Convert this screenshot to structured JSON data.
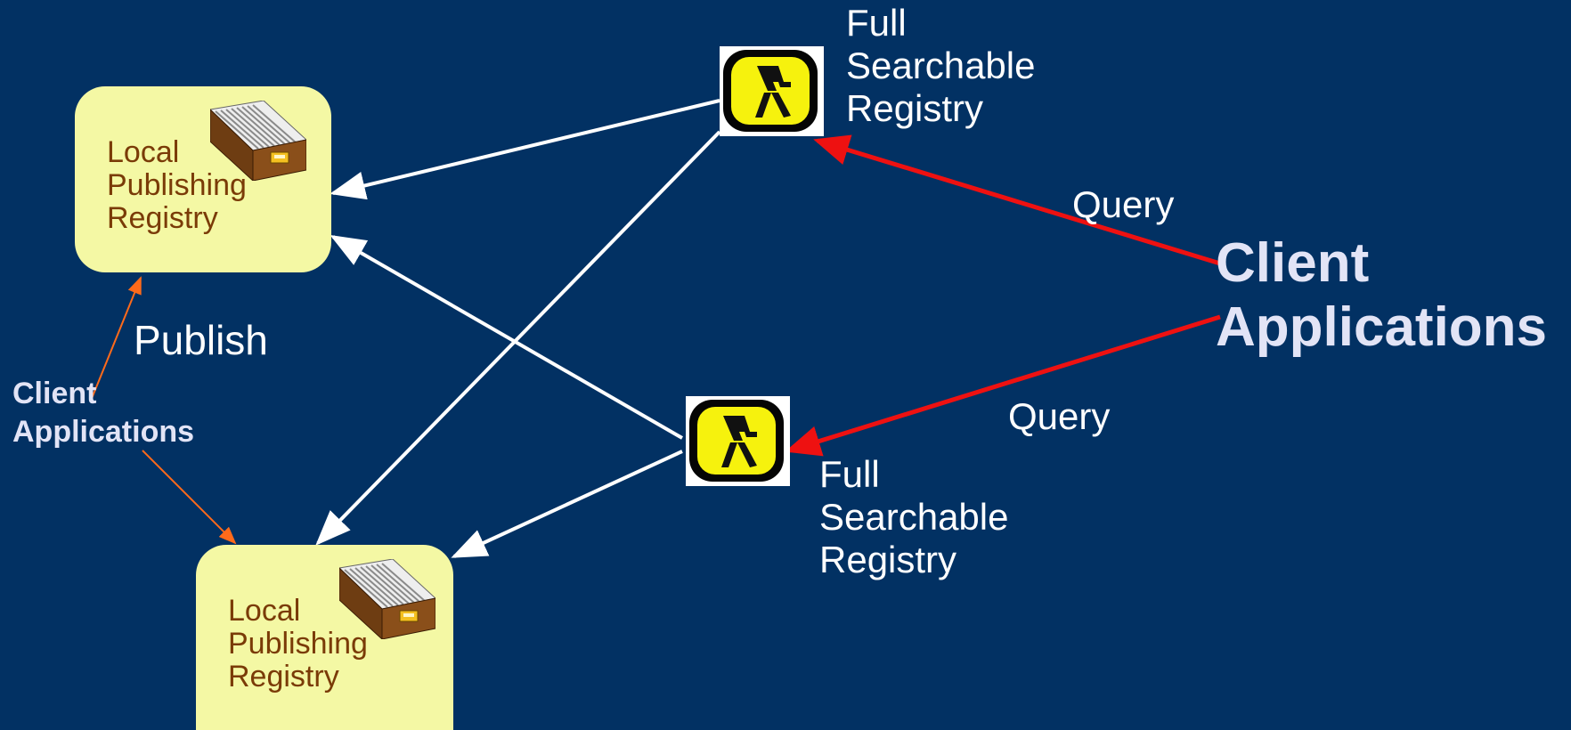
{
  "local_registry_top": {
    "label": "Local\nPublishing\nRegistry"
  },
  "local_registry_bottom": {
    "label": "Local\nPublishing\nRegistry"
  },
  "full_registry_top": {
    "label": "Full\nSearchable\nRegistry"
  },
  "full_registry_bottom": {
    "label": "Full\nSearchable\nRegistry"
  },
  "client_right": {
    "label": "Client\nApplications"
  },
  "client_left": {
    "label": "Client\nApplications"
  },
  "edges": {
    "publish_label": "Publish",
    "query_top_label": "Query",
    "query_bottom_label": "Query"
  },
  "colors": {
    "background": "#023163",
    "box_fill": "#f4f8a4",
    "box_text": "#7a3b07",
    "query_arrow": "#ee1111",
    "publish_arrow": "#ff6a1a",
    "replication_arrow": "#ffffff",
    "client_text": "#e2e4f6",
    "icon_yellow": "#f6f20d"
  },
  "icons": [
    "yellow-pages-walking-fingers-icon",
    "card-file-cabinet-icon"
  ]
}
